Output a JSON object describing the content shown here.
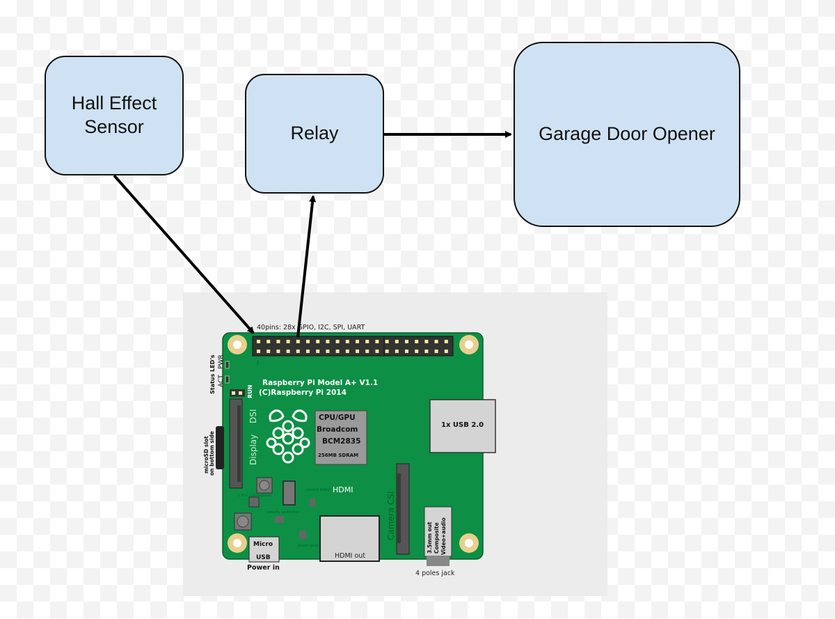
{
  "nodes": {
    "hall_effect_sensor": "Hall Effect\nSensor",
    "relay": "Relay",
    "garage_door_opener": "Garage Door Opener"
  },
  "edges": [
    {
      "from": "Hall Effect Sensor",
      "to": "Raspberry Pi GPIO"
    },
    {
      "from": "Raspberry Pi GPIO",
      "to": "Relay"
    },
    {
      "from": "Relay",
      "to": "Garage Door Opener"
    }
  ],
  "raspberry_pi": {
    "gpio_label": "40pins: 28x GPIO, I2C, SPI, UART",
    "pin1_label": "1",
    "model": "Raspberry Pi Model A+ V1.1",
    "copyright": "(C)Raspberry Pi 2014",
    "status_leds_label": "Status LED's",
    "pwr_label": "PWR",
    "act_label": "ACT",
    "run_label": "RUN",
    "dsi_label": "DSI",
    "display_label": "Display",
    "microsd_line1": "microSD slot",
    "microsd_line2": "on bottom side",
    "cpu_line1": "CPU/GPU",
    "cpu_line2": "Broadcom",
    "cpu_line3": "BCM2835",
    "cpu_line4": "256MB SDRAM",
    "usb_label": "1x USB 2.0",
    "hdmi_label": "HDMI",
    "hdmi_out_label": "HDMI out",
    "camera_label": "Camera CSI",
    "audio_line1": "3.5mm out",
    "audio_line2": "Composite",
    "audio_line3": "Video+audio",
    "jack_label": "4 poles  jack",
    "micro_usb_line1": "Micro",
    "micro_usb_line2": "USB",
    "power_in_label": "Power in",
    "current_limiter_label": "current limiter",
    "polarity_label": "polarity protection",
    "power_good_label": "power good",
    "regulator_label": "3.3V & 1.8V Regulator"
  },
  "colors": {
    "node_fill": "#cfe2f3",
    "board_green": "#0d8f45",
    "mount_hole": "#e9cf8e",
    "panel_bg": "#ececec"
  }
}
